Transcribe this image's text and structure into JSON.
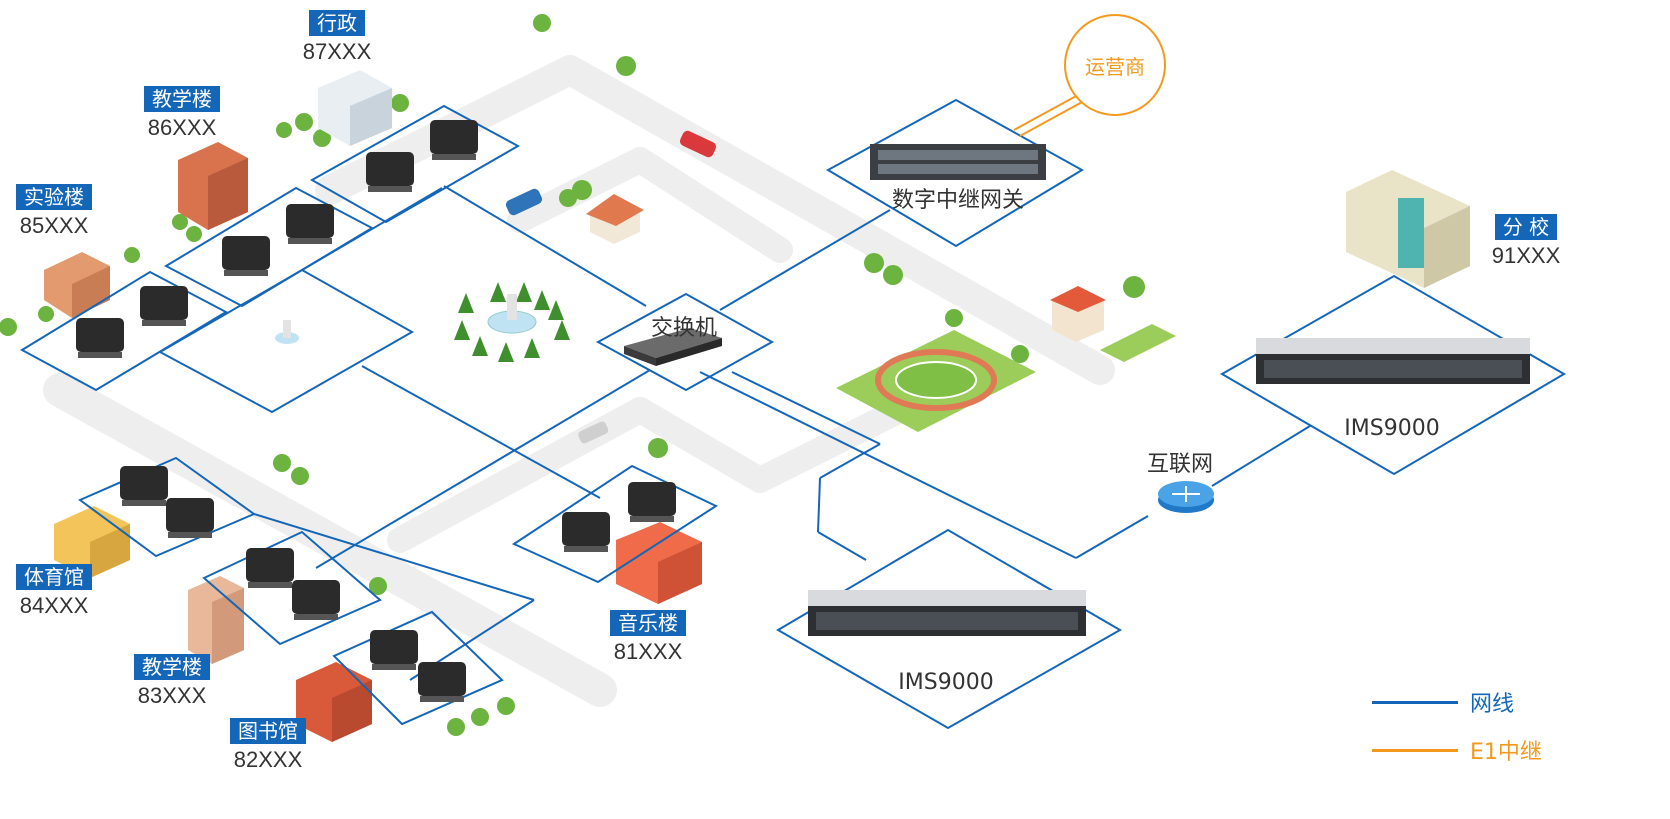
{
  "buildings": [
    {
      "name": "行政",
      "ext": "87XXX"
    },
    {
      "name": "教学楼",
      "ext": "86XXX"
    },
    {
      "name": "实验楼",
      "ext": "85XXX"
    },
    {
      "name": "体育馆",
      "ext": "84XXX"
    },
    {
      "name": "教学楼",
      "ext": "83XXX"
    },
    {
      "name": "图书馆",
      "ext": "82XXX"
    },
    {
      "name": "音乐楼",
      "ext": "81XXX"
    },
    {
      "name": "分 校",
      "ext": "91XXX"
    }
  ],
  "devices": {
    "switch": "交换机",
    "gateway": "数字中继网关",
    "internet": "互联网",
    "server_main": "IMS9000",
    "server_branch": "IMS9000"
  },
  "carrier": "运营商",
  "legend": [
    {
      "label": "网线",
      "color": "#1466b8"
    },
    {
      "label": "E1中继",
      "color": "#f39a1e"
    }
  ],
  "colors": {
    "network": "#1466b8",
    "e1": "#f39a1e",
    "tag": "#1466b8"
  }
}
